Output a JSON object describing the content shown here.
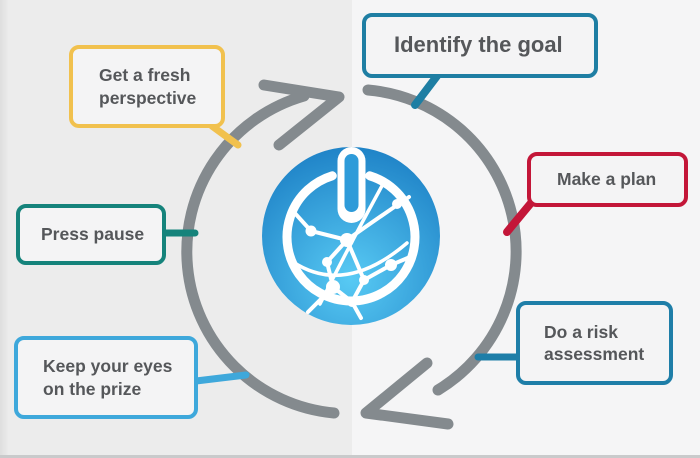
{
  "background": {
    "left_panel_color": "#ececec",
    "right_panel_color": "#f5f5f6",
    "bottom_edge_color": "#c9cacb"
  },
  "cycle": {
    "arrow_color": "#848a8e"
  },
  "icon": {
    "name": "power-network-icon",
    "top_color": "#1b7ec4",
    "bottom_color": "#58caf4",
    "button_inner_color": "#2e9bd9",
    "line_color": "#ffffff"
  },
  "callouts": {
    "fresh_perspective": {
      "label": "Get a fresh perspective",
      "border_color": "#f1c14e"
    },
    "identify_goal": {
      "label": "Identify the goal",
      "border_color": "#1e7ea3"
    },
    "make_plan": {
      "label": "Make a plan",
      "border_color": "#c31638"
    },
    "risk_assessment": {
      "label": "Do a risk assessment",
      "border_color": "#1e7ea8"
    },
    "keep_eyes": {
      "label": "Keep your eyes on the prize",
      "border_color": "#3ea8db"
    },
    "press_pause": {
      "label": "Press pause",
      "border_color": "#15837b"
    }
  }
}
